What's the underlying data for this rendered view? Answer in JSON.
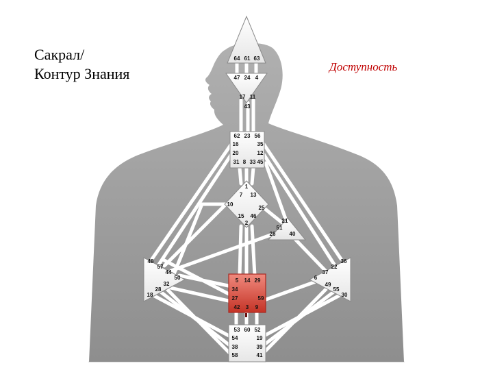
{
  "title_lines": [
    "Сакрал/",
    "Контур Знания"
  ],
  "subtitle": "Доступность",
  "colors": {
    "sacral_fill": "#e05a4e",
    "sacral_stroke": "#a82820",
    "channel": "#ffffff",
    "silhouette": "#9a9a9a",
    "background_triangle": "#b5b5b5",
    "subtitle": "#c00000"
  },
  "centers": {
    "head": {
      "gates": [
        "64",
        "61",
        "63"
      ]
    },
    "ajna": {
      "gates": [
        "47",
        "24",
        "4",
        "17",
        "11",
        "43"
      ]
    },
    "throat": {
      "gates": [
        "62",
        "23",
        "56",
        "16",
        "35",
        "20",
        "12",
        "31",
        "8",
        "33",
        "45"
      ]
    },
    "g": {
      "gates": [
        "1",
        "7",
        "13",
        "10",
        "25",
        "15",
        "46",
        "2"
      ]
    },
    "ego": {
      "gates": [
        "21",
        "51",
        "26",
        "40"
      ]
    },
    "spleen": {
      "gates": [
        "48",
        "57",
        "44",
        "50",
        "32",
        "28",
        "18"
      ]
    },
    "solar_plexus": {
      "gates": [
        "36",
        "22",
        "37",
        "6",
        "49",
        "55",
        "30"
      ]
    },
    "sacral": {
      "gates": [
        "5",
        "14",
        "29",
        "34",
        "27",
        "59",
        "42",
        "3",
        "9"
      ]
    },
    "root": {
      "gates": [
        "53",
        "60",
        "52",
        "54",
        "19",
        "38",
        "39",
        "58",
        "41"
      ]
    }
  }
}
